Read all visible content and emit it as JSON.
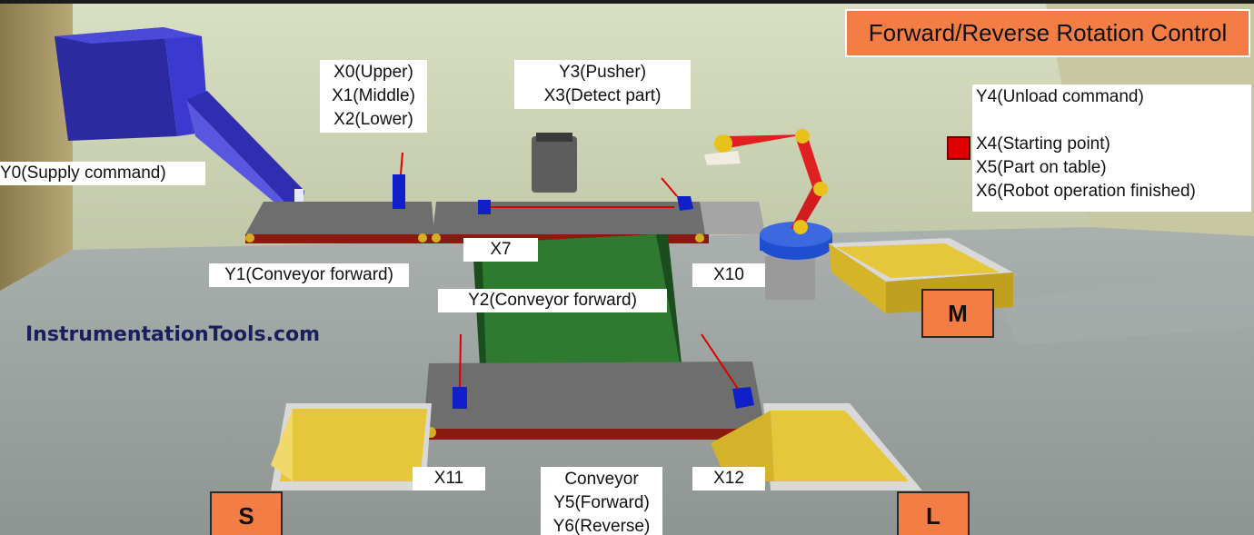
{
  "title": "Forward/Reverse Rotation Control",
  "watermark": "InstrumentationTools.com",
  "labels": {
    "supply": "Y0(Supply command)",
    "lift_upper": "X0(Upper)",
    "lift_middle": "X1(Middle)",
    "lift_lower": "X2(Lower)",
    "pusher": "Y3(Pusher)",
    "detect": "X3(Detect part)",
    "unload": "Y4(Unload command)",
    "start_point": "X4(Starting point)",
    "part_on_table": "X5(Part on table)",
    "robot_done": "X6(Robot operation finished)",
    "x7": "X7",
    "x10": "X10",
    "conv1": "Y1(Conveyor forward)",
    "conv2": "Y2(Conveyor forward)",
    "x11": "X11",
    "x12": "X12",
    "conv3_title": "Conveyor",
    "conv3_fwd": "Y5(Forward)",
    "conv3_rev": "Y6(Reverse)"
  },
  "bins": {
    "small": "S",
    "medium": "M",
    "large": "L"
  },
  "colors": {
    "title_bg": "#f47c45",
    "wall": "#cdd3b6",
    "floor": "#9aa1a0",
    "conveyor_top": "#6f6f6f",
    "conveyor_side": "#8a1a10",
    "belt_green": "#2e7a30",
    "bin_yellow": "#e6c63a",
    "robot_red": "#e02020",
    "robot_base_blue": "#1f4fd0",
    "sensor_blue": "#1020c8",
    "feeder_blue": "#2c2aa0",
    "start_button": "#e00000"
  },
  "icons": [
    "feeder-hopper",
    "robot-arm",
    "pusher-cylinder",
    "sensor",
    "bin"
  ]
}
